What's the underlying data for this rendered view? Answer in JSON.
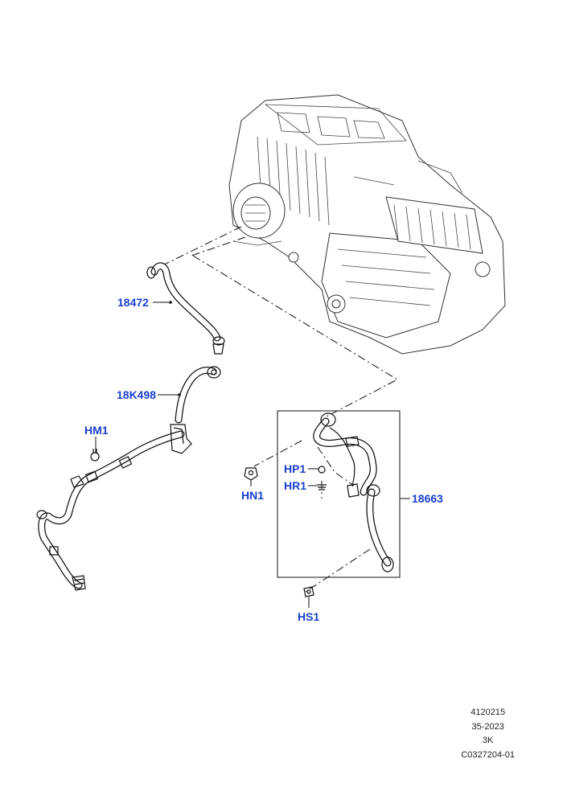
{
  "callouts": {
    "p18472": "18472",
    "p18k498": "18K498",
    "hm1": "HM1",
    "hn1": "HN1",
    "hp1": "HP1",
    "hr1": "HR1",
    "p18663": "18663",
    "hs1": "HS1"
  },
  "footer": {
    "line1": "4120215",
    "line2": "35-2023",
    "line3": "3K",
    "line4": "C0327204-01"
  },
  "colors": {
    "callout": "#1a3fd0",
    "line": "#111111"
  }
}
